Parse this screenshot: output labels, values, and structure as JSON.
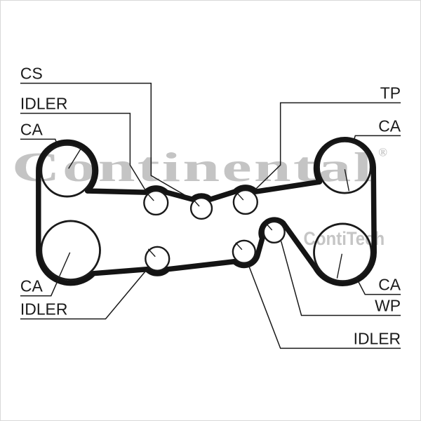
{
  "watermark": {
    "brand": "Continental",
    "registered_mark": "®",
    "sub_brand": "ContiTech",
    "color": "#c4c4c4"
  },
  "labels": {
    "cs": "CS",
    "idler_top_left": "IDLER",
    "ca_top_left": "CA",
    "ca_bottom_left": "CA",
    "idler_bottom_left": "IDLER",
    "tp": "TP",
    "ca_top_right": "CA",
    "ca_bottom_right": "CA",
    "wp": "WP",
    "idler_bottom_right": "IDLER"
  },
  "components": [
    {
      "name": "camshaft-pulley-top-left",
      "label": "CA"
    },
    {
      "name": "camshaft-pulley-bottom-left",
      "label": "CA"
    },
    {
      "name": "idler-pulley-top-left",
      "label": "IDLER"
    },
    {
      "name": "crankshaft-sprocket",
      "label": "CS"
    },
    {
      "name": "tensioner-pulley",
      "label": "TP"
    },
    {
      "name": "idler-pulley-bottom-left",
      "label": "IDLER"
    },
    {
      "name": "idler-pulley-bottom-right",
      "label": "IDLER"
    },
    {
      "name": "water-pump-pulley",
      "label": "WP"
    },
    {
      "name": "camshaft-pulley-top-right",
      "label": "CA"
    },
    {
      "name": "camshaft-pulley-bottom-right",
      "label": "CA"
    }
  ],
  "colors": {
    "line": "#1a1a1a",
    "belt": "#141414",
    "watermark": "#c4c4c4",
    "background": "#ffffff"
  }
}
